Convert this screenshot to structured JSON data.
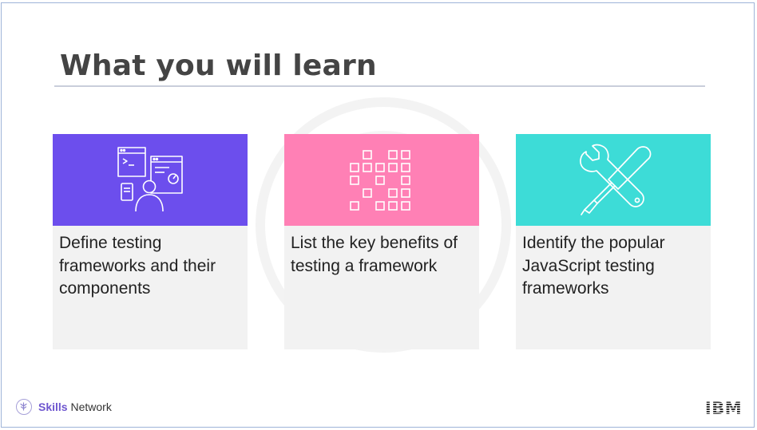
{
  "slide": {
    "title": "What you will learn"
  },
  "cards": [
    {
      "text": "Define testing frameworks and their components",
      "icon": "developer-screens-icon",
      "color": "#6c4eed"
    },
    {
      "text": "List the key benefits of testing a framework",
      "icon": "pixel-grid-icon",
      "color": "#ff80b5"
    },
    {
      "text": "Identify the popular JavaScript testing frameworks",
      "icon": "tools-icon",
      "color": "#3ddcd7"
    }
  ],
  "footer": {
    "brand_bold": "Skills",
    "brand_rest": " Network",
    "logo_text": "IBM"
  }
}
